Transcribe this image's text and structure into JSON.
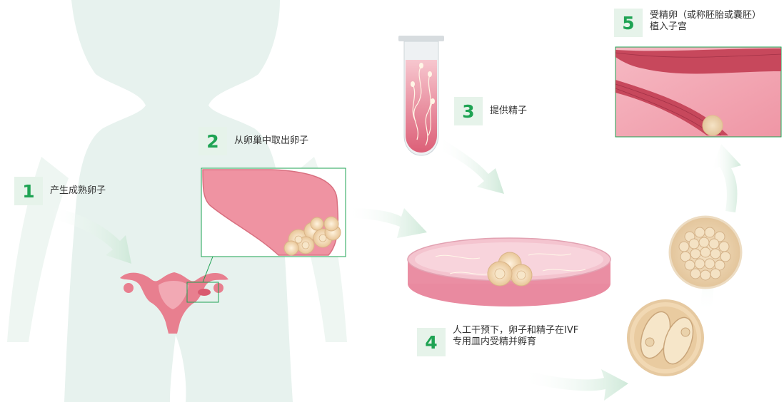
{
  "colors": {
    "accent": "#1ea353",
    "badge_bg": "#e6f3ea",
    "text": "#333333",
    "silhouette": "#e7f2ee",
    "tissue": "#e87f8f",
    "egg": "#f5e0bf"
  },
  "steps": [
    {
      "number": "1",
      "label": "产生成熟卵子"
    },
    {
      "number": "2",
      "label": "从卵巢中取出卵子"
    },
    {
      "number": "3",
      "label": "提供精子"
    },
    {
      "number": "4",
      "line1": "人工干预下，卵子和精子在IVF",
      "line2": "专用皿内受精并孵育"
    },
    {
      "number": "5",
      "line1": "受精卵（或称胚胎或囊胚）",
      "line2": "植入子宫"
    }
  ]
}
